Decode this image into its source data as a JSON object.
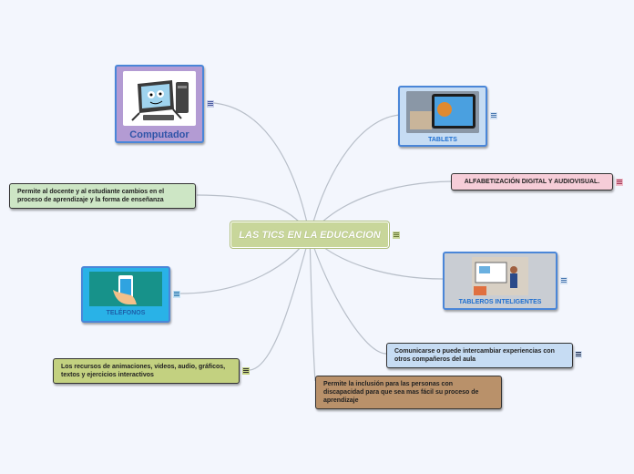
{
  "central": {
    "title": "LAS TICS EN LA EDUCACION",
    "color": "#c8d69a"
  },
  "topics": [
    {
      "id": "computador",
      "label": "Computador",
      "image": "computer-cartoon",
      "color": "#b39bd3"
    },
    {
      "id": "tablets",
      "label": "TABLETS",
      "image": "tablet-device",
      "color": "#c6dcf3"
    },
    {
      "id": "alfabetizacion",
      "label": "ALFABETIZACIÓN DIGITAL Y AUDIOVISUAL.",
      "color": "#f6cdd8"
    },
    {
      "id": "cambios",
      "label": "Permite al docente y al estudiante cambios en el proceso de aprendizaje y la forma de enseñanza",
      "color": "#cde6c5"
    },
    {
      "id": "telefonos",
      "label": "TELÉFONOS",
      "image": "phone-in-hand",
      "color": "#29b2e7"
    },
    {
      "id": "tableros",
      "label": "TABLEROS INTELIGENTES",
      "image": "classroom-smartboard",
      "color": "#c9cdd3"
    },
    {
      "id": "comunicarse",
      "label": "Comunicarse o puede intercambiar experiencias con otros compañeros del aula",
      "color": "#c6dcf3"
    },
    {
      "id": "recursos",
      "label": "Los recursos de animaciones, videos, audio, gráficos, textos y ejercicios interactivos",
      "color": "#c3d180"
    },
    {
      "id": "inclusion",
      "label": "Permite la inclusión para las personas con discapacidad para que sea mas fácil su proceso de aprendizaje",
      "color": "#b9916a"
    }
  ]
}
